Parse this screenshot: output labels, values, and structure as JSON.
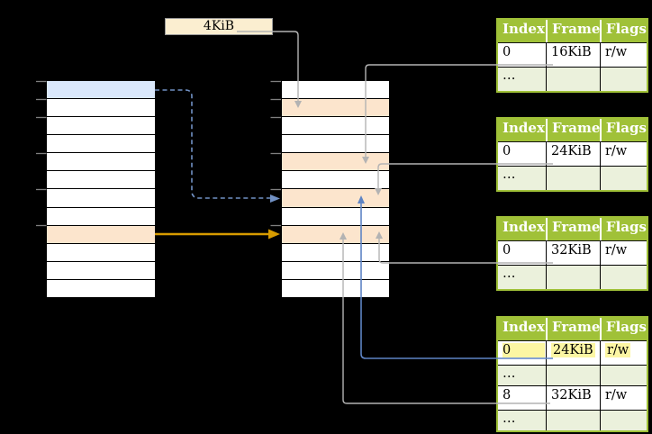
{
  "callout": {
    "label": "4KiB"
  },
  "left_column": {
    "row_count": 12,
    "highlights": [
      {
        "row": 1,
        "color_key": "cell_blue"
      },
      {
        "row": 9,
        "color_key": "cell_orange"
      }
    ]
  },
  "middle_column": {
    "row_count": 12,
    "highlights": [
      {
        "row": 2,
        "color_key": "cell_orange"
      },
      {
        "row": 5,
        "color_key": "cell_orange"
      },
      {
        "row": 7,
        "color_key": "cell_orange"
      },
      {
        "row": 9,
        "color_key": "cell_orange"
      }
    ]
  },
  "page_tables": [
    {
      "name": "page-table-1",
      "headers": [
        "Index",
        "Frame",
        "Flags"
      ],
      "rows": [
        {
          "cells": [
            "0",
            "16KiB",
            "r/w"
          ]
        },
        {
          "cells": [
            "…",
            "",
            ""
          ],
          "shaded": true
        }
      ]
    },
    {
      "name": "page-table-2",
      "headers": [
        "Index",
        "Frame",
        "Flags"
      ],
      "rows": [
        {
          "cells": [
            "0",
            "24KiB",
            "r/w"
          ]
        },
        {
          "cells": [
            "…",
            "",
            ""
          ],
          "shaded": true
        }
      ]
    },
    {
      "name": "page-table-3",
      "headers": [
        "Index",
        "Frame",
        "Flags"
      ],
      "rows": [
        {
          "cells": [
            "0",
            "32KiB",
            "r/w"
          ]
        },
        {
          "cells": [
            "…",
            "",
            ""
          ],
          "shaded": true
        }
      ]
    },
    {
      "name": "page-table-4",
      "headers": [
        "Index",
        "Frame",
        "Flags"
      ],
      "rows": [
        {
          "cells": [
            "0",
            "24KiB",
            "r/w"
          ],
          "highlighted": true
        },
        {
          "cells": [
            "…",
            "",
            ""
          ],
          "shaded": true
        },
        {
          "cells": [
            "8",
            "32KiB",
            "r/w"
          ]
        },
        {
          "cells": [
            "…",
            "",
            ""
          ],
          "shaded": true
        }
      ]
    }
  ],
  "colors": {
    "background": "#000000",
    "green": "#A0C138",
    "green_light": "#EBF1DC",
    "cell_blue": "#DAE8FC",
    "cell_orange": "#FCE5CD",
    "callout_bg": "#FBEED0",
    "hl_yellow": "#FCF6A3",
    "connector_gray": "#B3B3B3",
    "connector_blue": "#5E84C4",
    "connector_blue_dash": "#7191C4",
    "connector_orange": "#D79B00",
    "tick": "#7F7F7F"
  }
}
